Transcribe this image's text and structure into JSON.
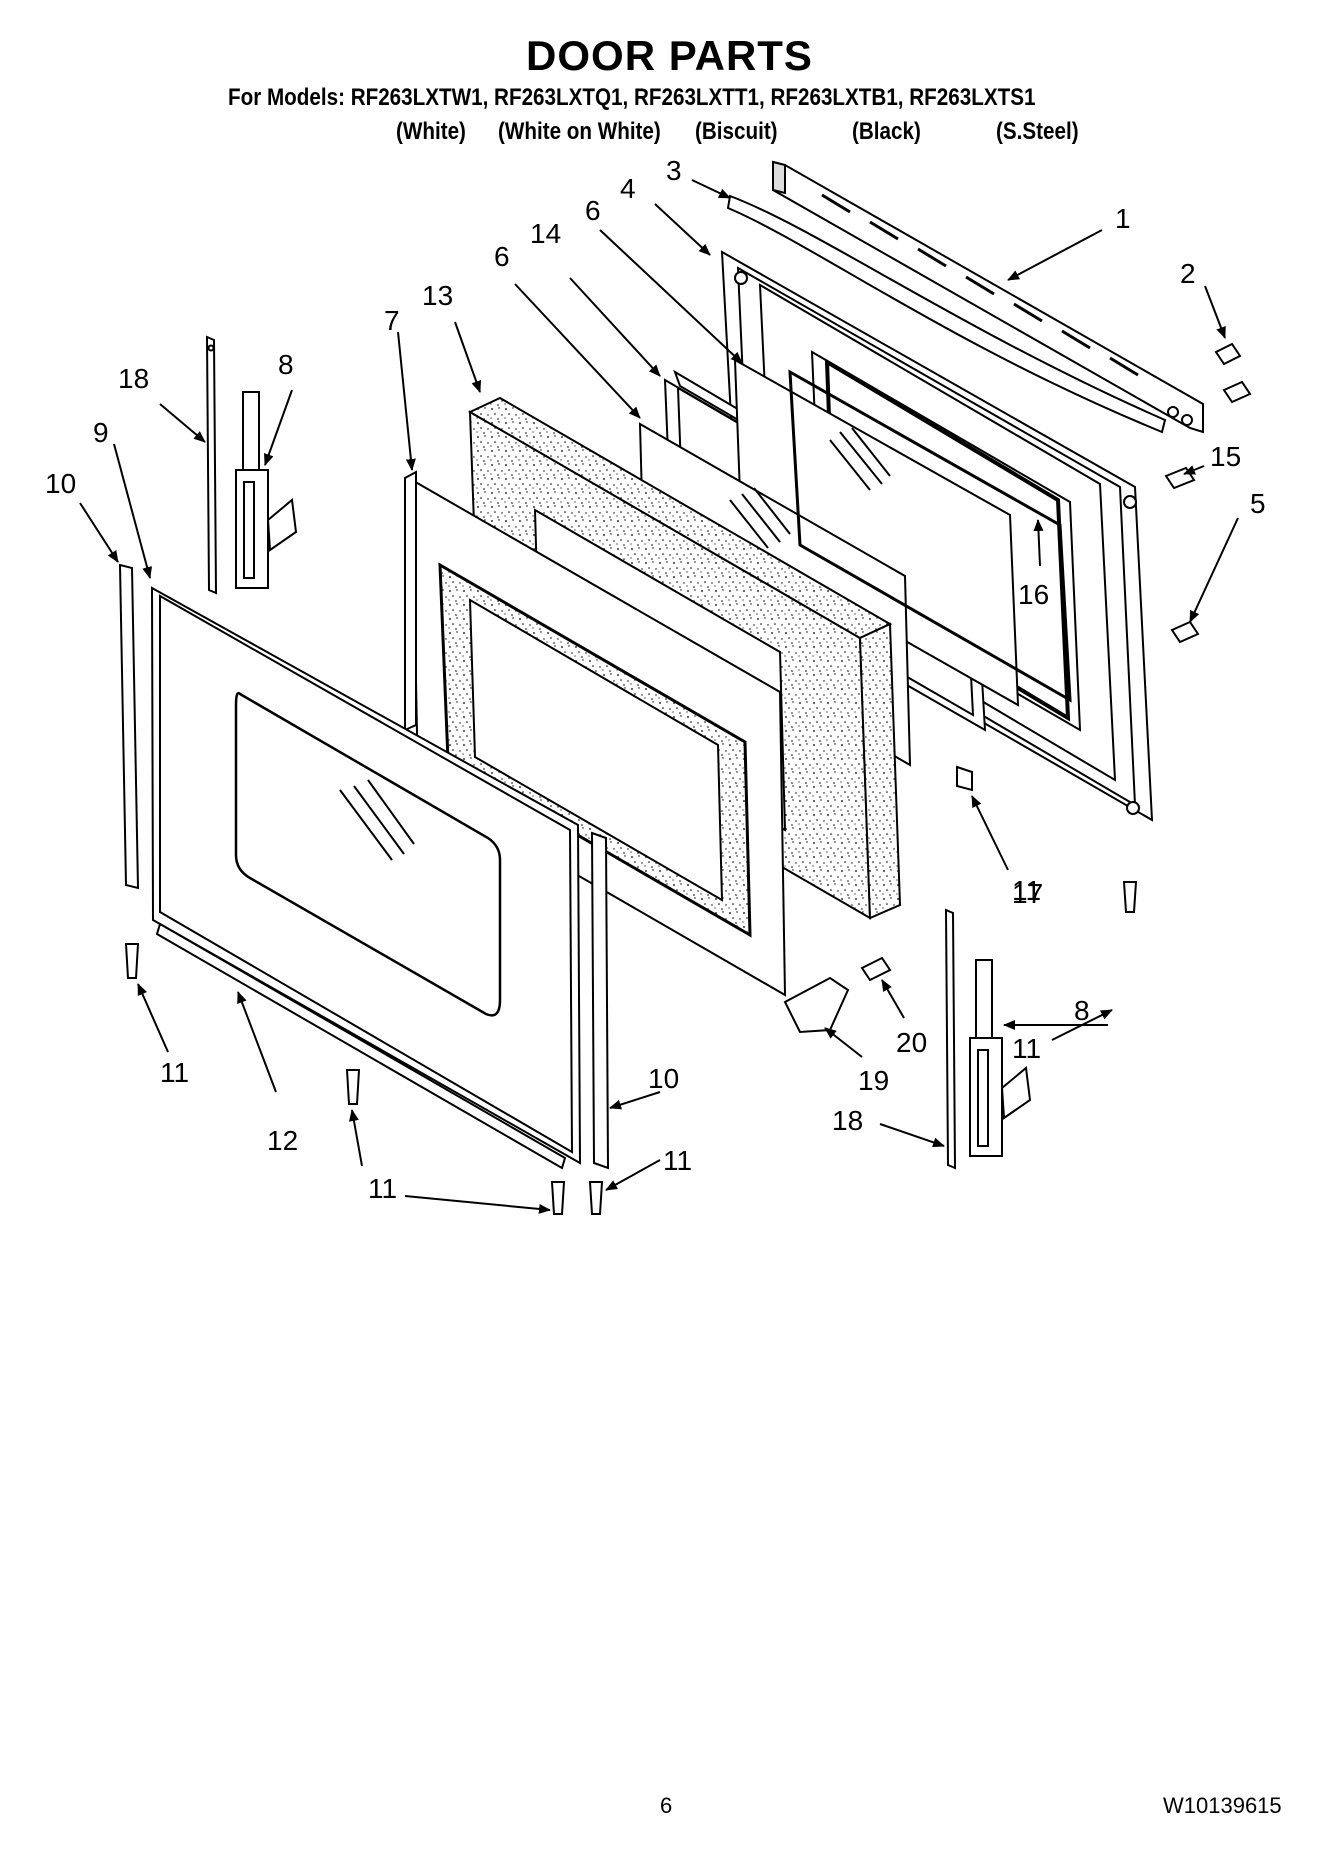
{
  "title": "DOOR PARTS",
  "models_line": "For Models: RF263LXTW1, RF263LXTQ1, RF263LXTT1, RF263LXTB1, RF263LXTS1",
  "variants": [
    "(White)",
    "(White on White)",
    "(Biscuit)",
    "(Black)",
    "(S.Steel)"
  ],
  "callouts": [
    "1",
    "2",
    "3",
    "4",
    "5",
    "6",
    "6",
    "7",
    "8",
    "8",
    "9",
    "10",
    "10",
    "11",
    "11",
    "11",
    "11",
    "11",
    "12",
    "13",
    "14",
    "15",
    "16",
    "17",
    "18",
    "18",
    "19",
    "20"
  ],
  "footer": {
    "page_number": "6",
    "document_number": "W10139615"
  }
}
